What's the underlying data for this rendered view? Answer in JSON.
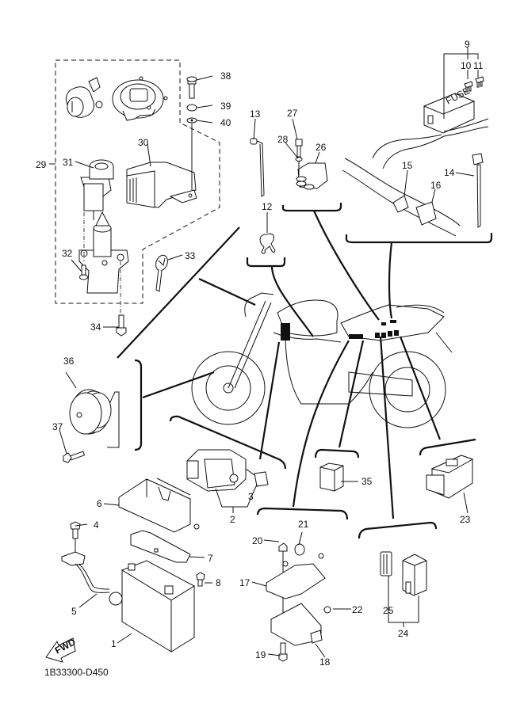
{
  "diagram": {
    "title_code": "1B33300-D450",
    "fwd_label": "FWD",
    "fuse_label": "FUSE",
    "callouts": [
      {
        "id": "c1",
        "label": "1",
        "part": "battery"
      },
      {
        "id": "c2",
        "label": "2",
        "part": "starter-relay-assembly"
      },
      {
        "id": "c3",
        "label": "3",
        "part": "relay-fuse"
      },
      {
        "id": "c4",
        "label": "4",
        "part": "bolt"
      },
      {
        "id": "c5",
        "label": "5",
        "part": "battery-lead"
      },
      {
        "id": "c6",
        "label": "6",
        "part": "battery-box-bracket"
      },
      {
        "id": "c7",
        "label": "7",
        "part": "battery-cover-plate"
      },
      {
        "id": "c8",
        "label": "8",
        "part": "bolt"
      },
      {
        "id": "c9",
        "label": "9",
        "part": "fuse-box-assembly"
      },
      {
        "id": "c10",
        "label": "10",
        "part": "fuse"
      },
      {
        "id": "c11",
        "label": "11",
        "part": "fuse"
      },
      {
        "id": "c12",
        "label": "12",
        "part": "wire-clamp"
      },
      {
        "id": "c13",
        "label": "13",
        "part": "cable-tie"
      },
      {
        "id": "c14",
        "label": "14",
        "part": "cable-tie"
      },
      {
        "id": "c15",
        "label": "15",
        "part": "hose-clamp"
      },
      {
        "id": "c16",
        "label": "16",
        "part": "hose-clamp"
      },
      {
        "id": "c17",
        "label": "17",
        "part": "ecu-bracket"
      },
      {
        "id": "c18",
        "label": "18",
        "part": "control-unit"
      },
      {
        "id": "c19",
        "label": "19",
        "part": "bolt"
      },
      {
        "id": "c20",
        "label": "20",
        "part": "nut"
      },
      {
        "id": "c21",
        "label": "21",
        "part": "damper"
      },
      {
        "id": "c22",
        "label": "22",
        "part": "clip"
      },
      {
        "id": "c23",
        "label": "23",
        "part": "relay-unit"
      },
      {
        "id": "c24",
        "label": "24",
        "part": "relay-assembly"
      },
      {
        "id": "c25",
        "label": "25",
        "part": "relay-cover"
      },
      {
        "id": "c26",
        "label": "26",
        "part": "sensor"
      },
      {
        "id": "c27",
        "label": "27",
        "part": "bolt"
      },
      {
        "id": "c28",
        "label": "28",
        "part": "washer"
      },
      {
        "id": "c29",
        "label": "29",
        "part": "lock-set"
      },
      {
        "id": "c30",
        "label": "30",
        "part": "immobilizer-unit"
      },
      {
        "id": "c31",
        "label": "31",
        "part": "immobilizer-antenna"
      },
      {
        "id": "c32",
        "label": "32",
        "part": "screw"
      },
      {
        "id": "c33",
        "label": "33",
        "part": "key"
      },
      {
        "id": "c34",
        "label": "34",
        "part": "bolt"
      },
      {
        "id": "c35",
        "label": "35",
        "part": "relay"
      },
      {
        "id": "c36",
        "label": "36",
        "part": "horn"
      },
      {
        "id": "c37",
        "label": "37",
        "part": "bolt"
      },
      {
        "id": "c38",
        "label": "38",
        "part": "bolt"
      },
      {
        "id": "c39",
        "label": "39",
        "part": "grommet"
      },
      {
        "id": "c40",
        "label": "40",
        "part": "collar"
      }
    ]
  }
}
